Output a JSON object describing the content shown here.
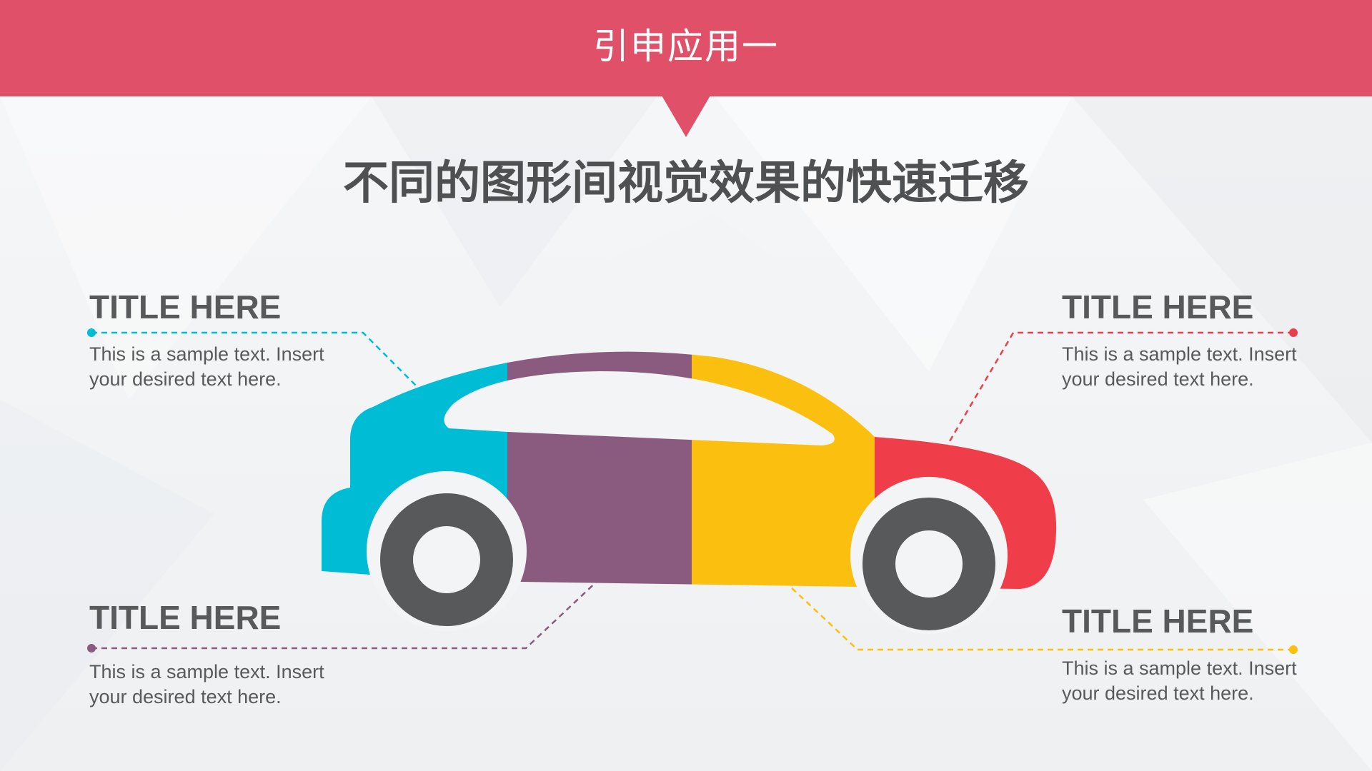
{
  "header": {
    "title": "引申应用一"
  },
  "main": {
    "title": "不同的图形间视觉效果的快速迁移"
  },
  "callouts": [
    {
      "title": "TITLE HERE",
      "desc_line1": "This is a sample text. Insert",
      "desc_line2": "your desired text here.",
      "color": "#00bcd4"
    },
    {
      "title": "TITLE HERE",
      "desc_line1": "This is a sample text. Insert",
      "desc_line2": "your desired text here.",
      "color": "#e9404d"
    },
    {
      "title": "TITLE HERE",
      "desc_line1": "This is a sample text. Insert",
      "desc_line2": "your desired text here.",
      "color": "#8b5a7f"
    },
    {
      "title": "TITLE HERE",
      "desc_line1": "This is a sample text. Insert",
      "desc_line2": "your desired text here.",
      "color": "#fbbf0f"
    }
  ],
  "colors": {
    "header": "#e05068",
    "car_cyan": "#00bcd4",
    "car_purple": "#8b5a7f",
    "car_yellow": "#fbbf0f",
    "car_red": "#ef3e4a",
    "wheel": "#58595b",
    "text": "#58595b"
  }
}
